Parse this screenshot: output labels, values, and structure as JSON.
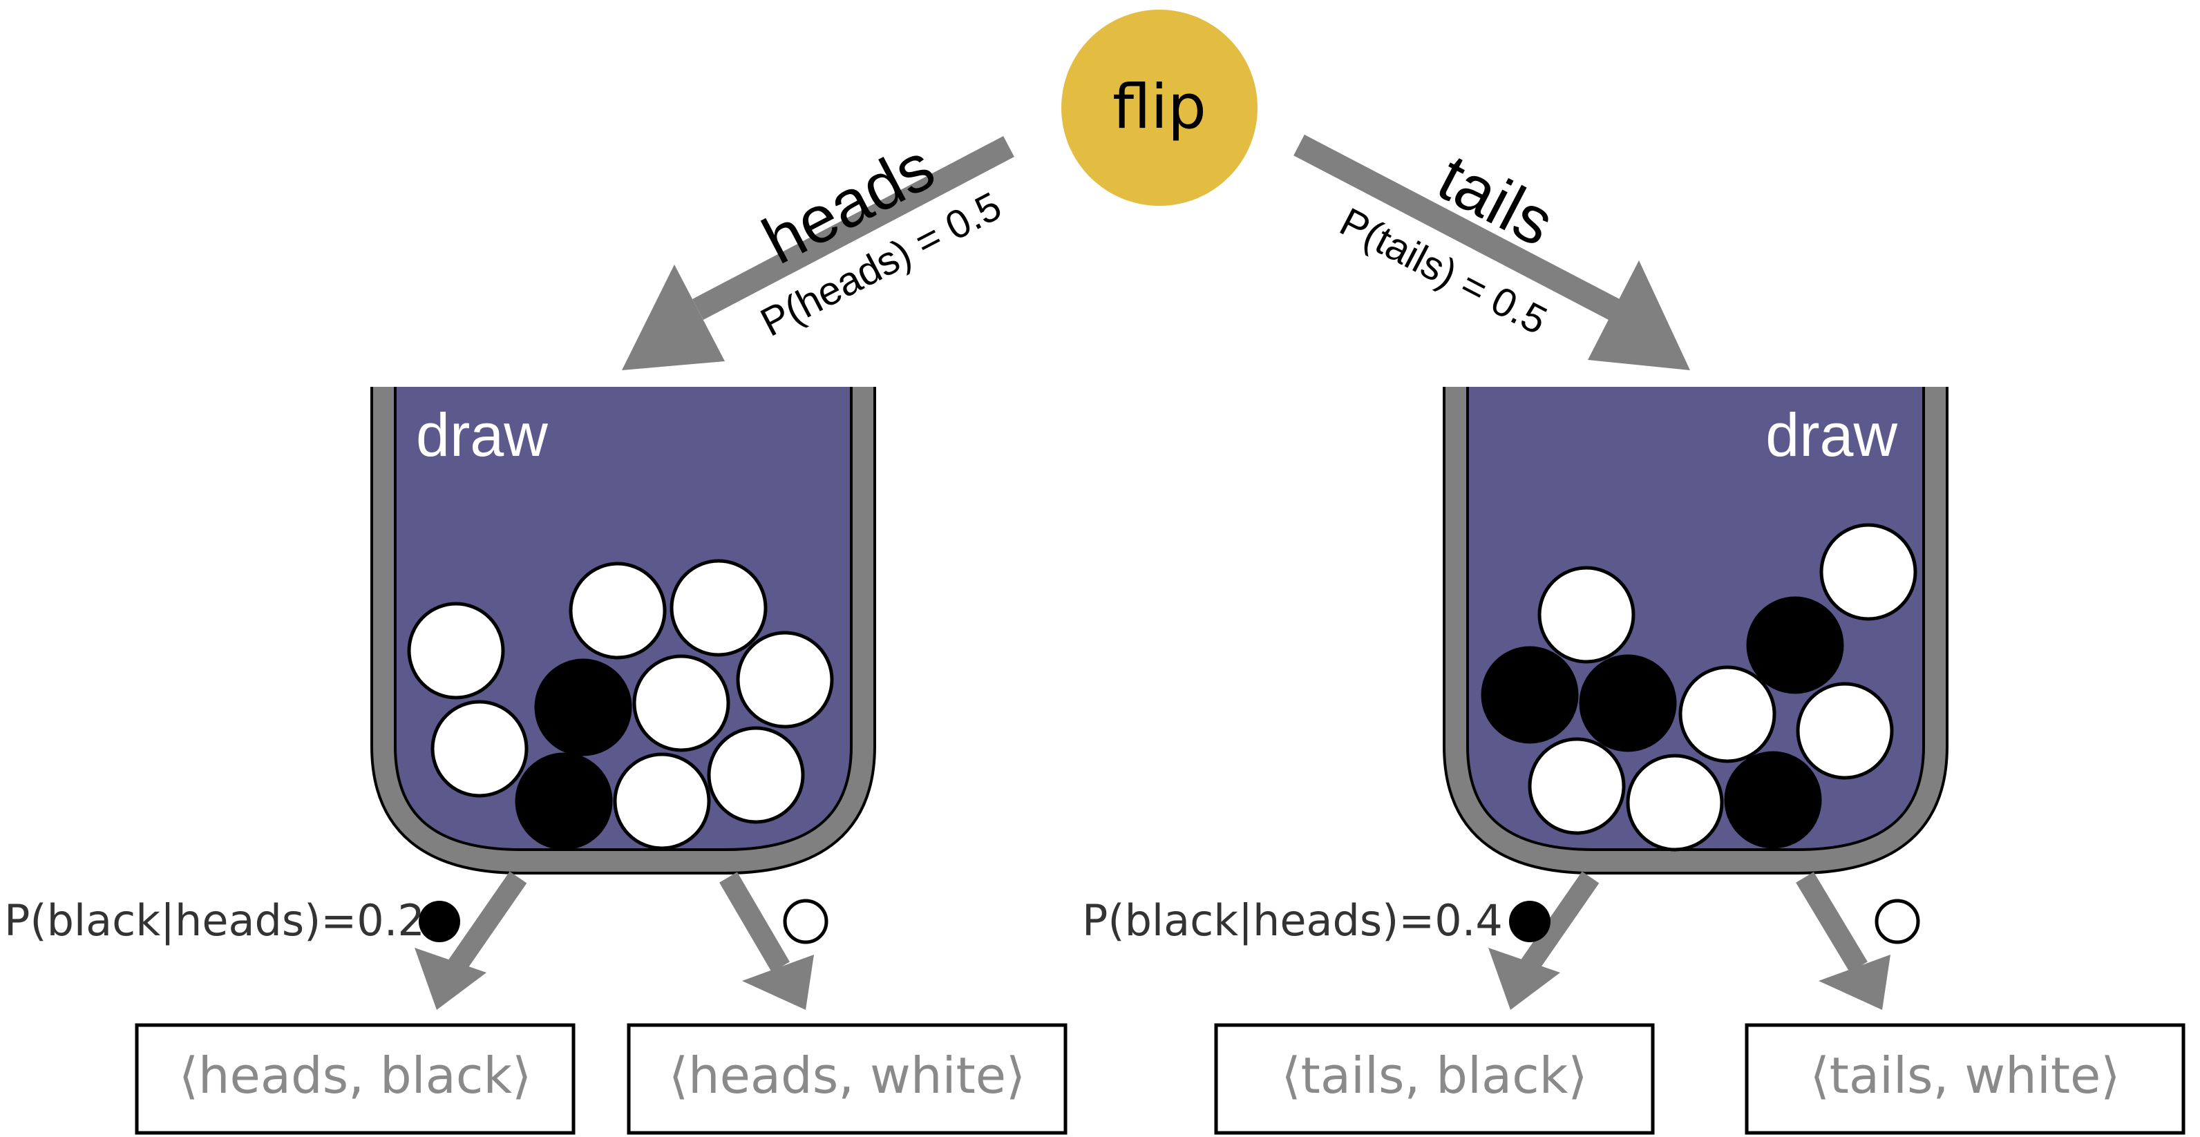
{
  "flip": {
    "label": "flip"
  },
  "branches": {
    "heads": {
      "label": "heads",
      "prob": "P(heads) = 0.5"
    },
    "tails": {
      "label": "tails",
      "prob": "P(tails) = 0.5"
    }
  },
  "urns": {
    "left": {
      "label": "draw",
      "prob_label": "P(black|heads)=0.2"
    },
    "right": {
      "label": "draw",
      "prob_label": "P(black|heads)=0.4"
    }
  },
  "outcomes": [
    {
      "label": "⟨heads, black⟩"
    },
    {
      "label": "⟨heads, white⟩"
    },
    {
      "label": "⟨tails, black⟩"
    },
    {
      "label": "⟨tails, white⟩"
    }
  ],
  "colors": {
    "coin": "#e3bd42",
    "urn_fill": "#5c5a8c",
    "urn_wall": "#808080",
    "arrow": "#808080",
    "ball_black": "#000000",
    "ball_white": "#ffffff",
    "outcome_text": "#8a8a8a",
    "prob_text": "#333333"
  }
}
